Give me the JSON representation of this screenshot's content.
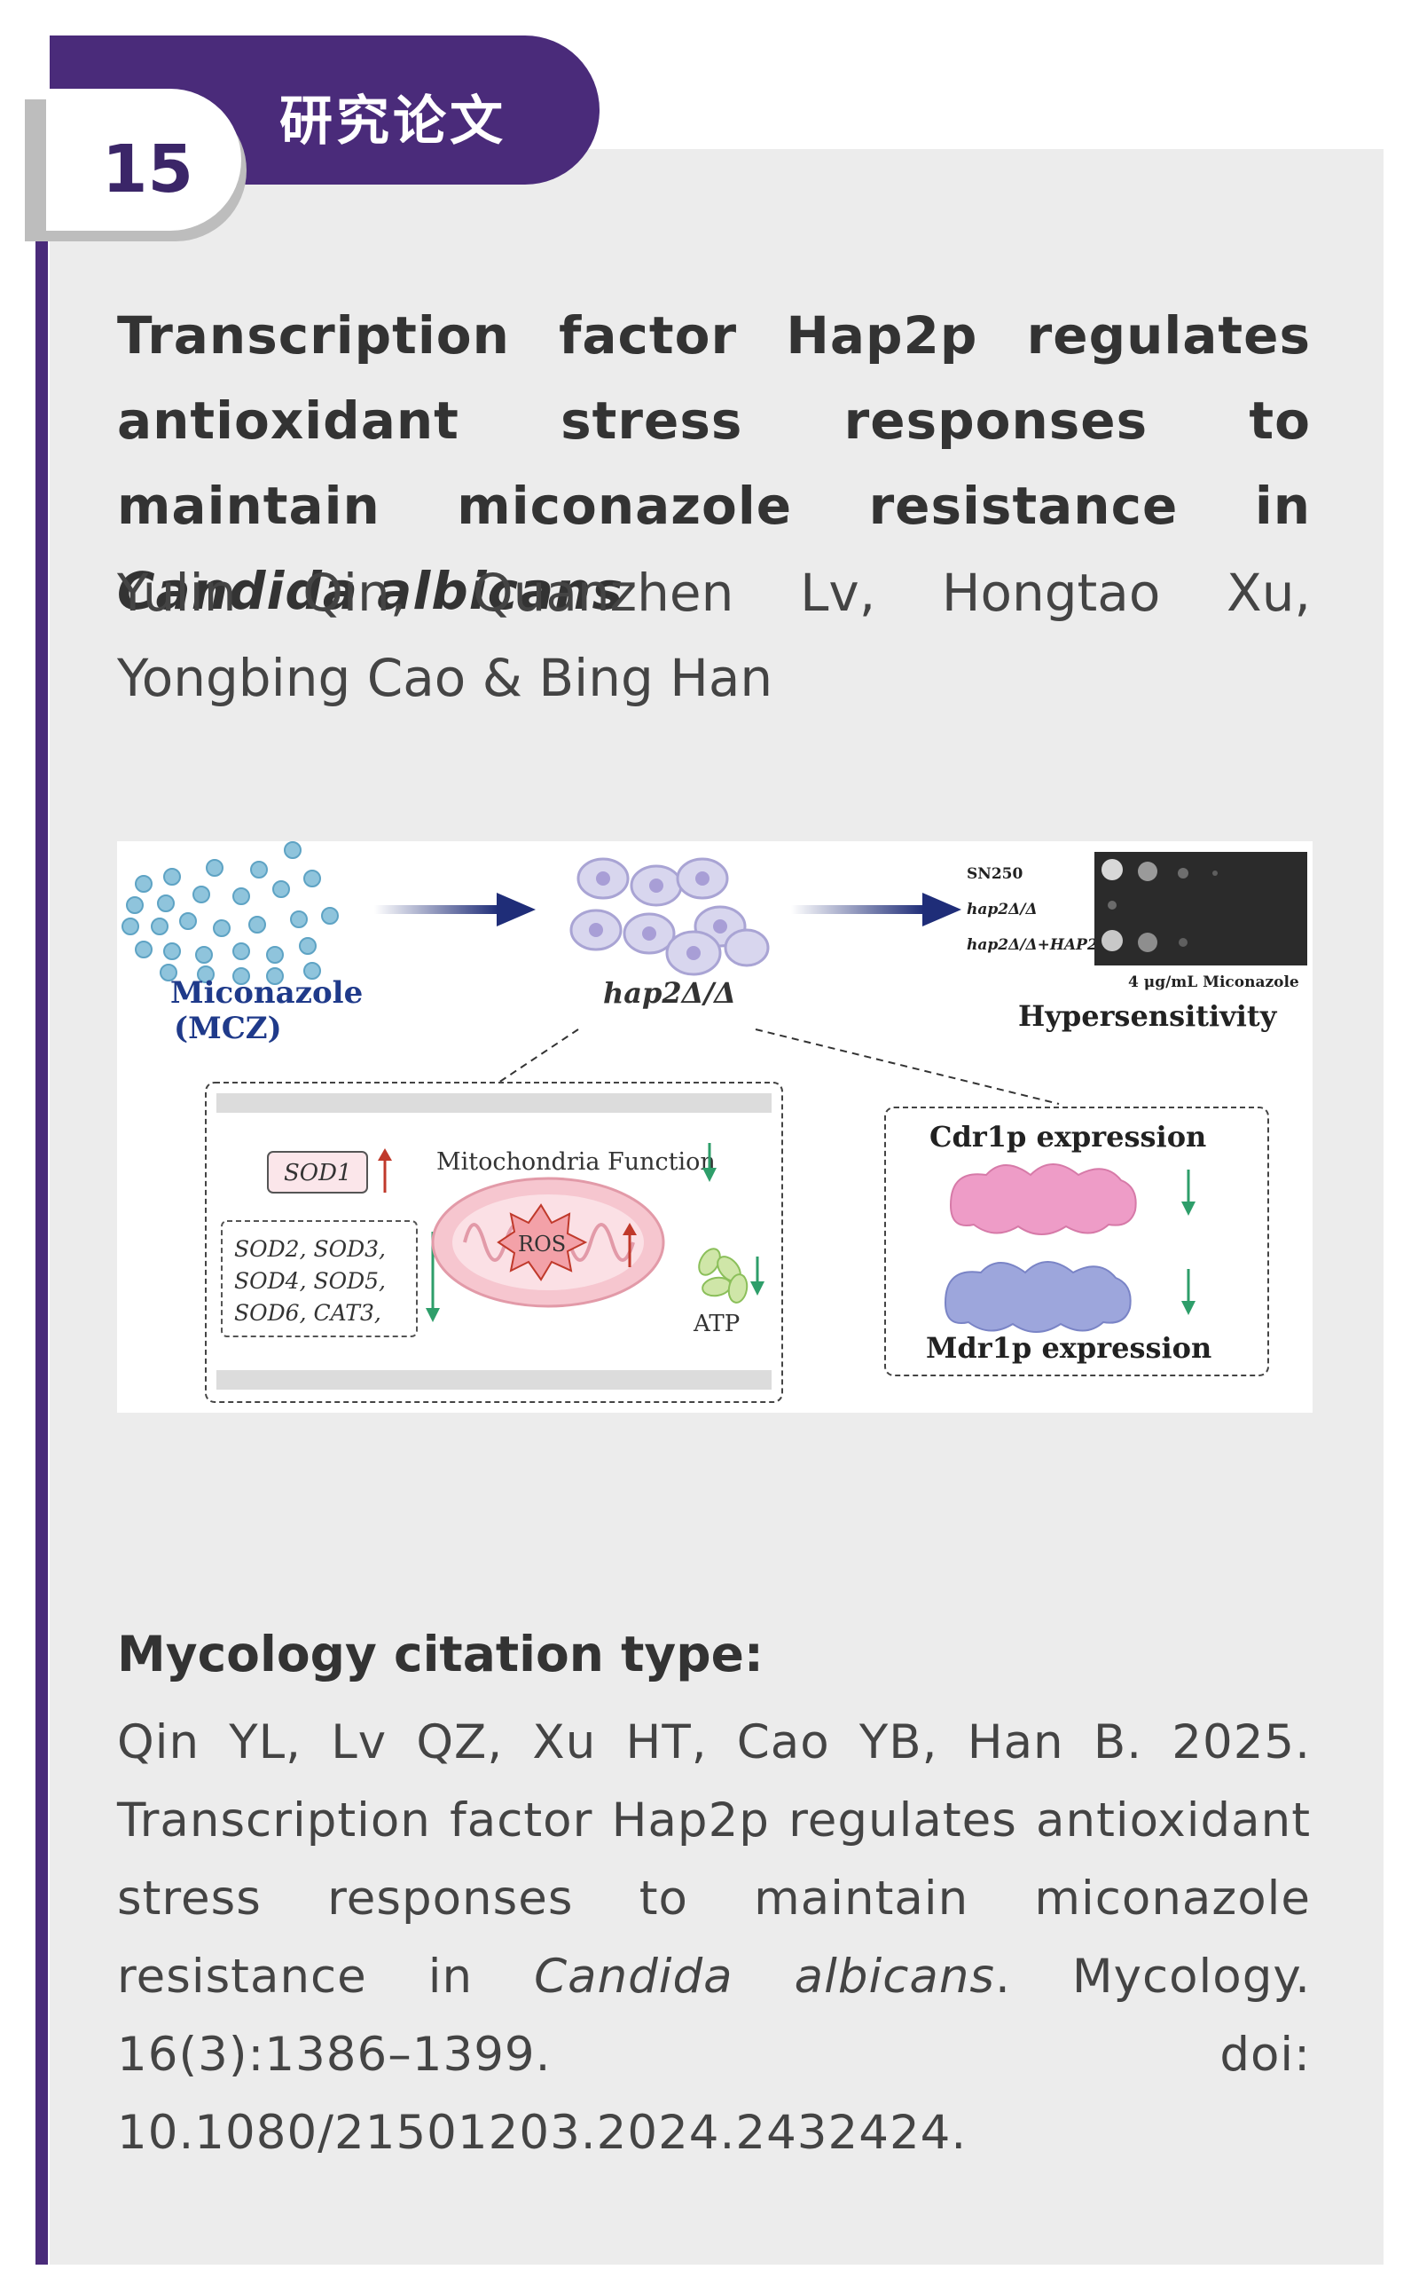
{
  "header": {
    "number": "15",
    "section_title": "研究论文"
  },
  "article": {
    "title_prefix": "Transcription factor Hap2p regulates antioxidant stress responses to maintain miconazole resistance in ",
    "title_italic": "Candida albicans",
    "authors": "Yulin Qin, Quanzhen Lv, Hongtao Xu, Yongbing Cao & Bing Han"
  },
  "figure": {
    "drug_label": "Miconazole",
    "drug_abbr": "(MCZ)",
    "mutant_label": "hap2Δ/Δ",
    "strain_1": "SN250",
    "strain_2": "hap2Δ/Δ",
    "strain_3": "hap2Δ/Δ+HAP2",
    "plate_condition": "4 μg/mL Miconazole",
    "phenotype": "Hypersensitivity",
    "sod1": "SOD1",
    "mito_function": "Mitochondria Function",
    "ros": "ROS",
    "sod_line_1": "SOD2, SOD3,",
    "sod_line_2": "SOD4, SOD5,",
    "sod_line_3": "SOD6, CAT3,",
    "atp": "ATP",
    "cdr1p": "Cdr1p expression",
    "mdr1p": "Mdr1p expression"
  },
  "citation": {
    "heading": "Mycology citation type:",
    "text_prefix": "Qin YL, Lv QZ, Xu HT, Cao YB, Han B. 2025. Transcription factor Hap2p regulates antioxidant stress responses to maintain miconazole resistance in ",
    "text_italic": "Candida albicans",
    "text_suffix": ". Mycology. 16(3):1386–1399. doi: 10.1080/21501203.2024.2432424."
  },
  "colors": {
    "brand_purple": "#4a2b7a",
    "card_grey": "#ececec",
    "arrow_navy": "#1f2d78",
    "up_red": "#c0392b",
    "down_green": "#2e9e6a"
  }
}
